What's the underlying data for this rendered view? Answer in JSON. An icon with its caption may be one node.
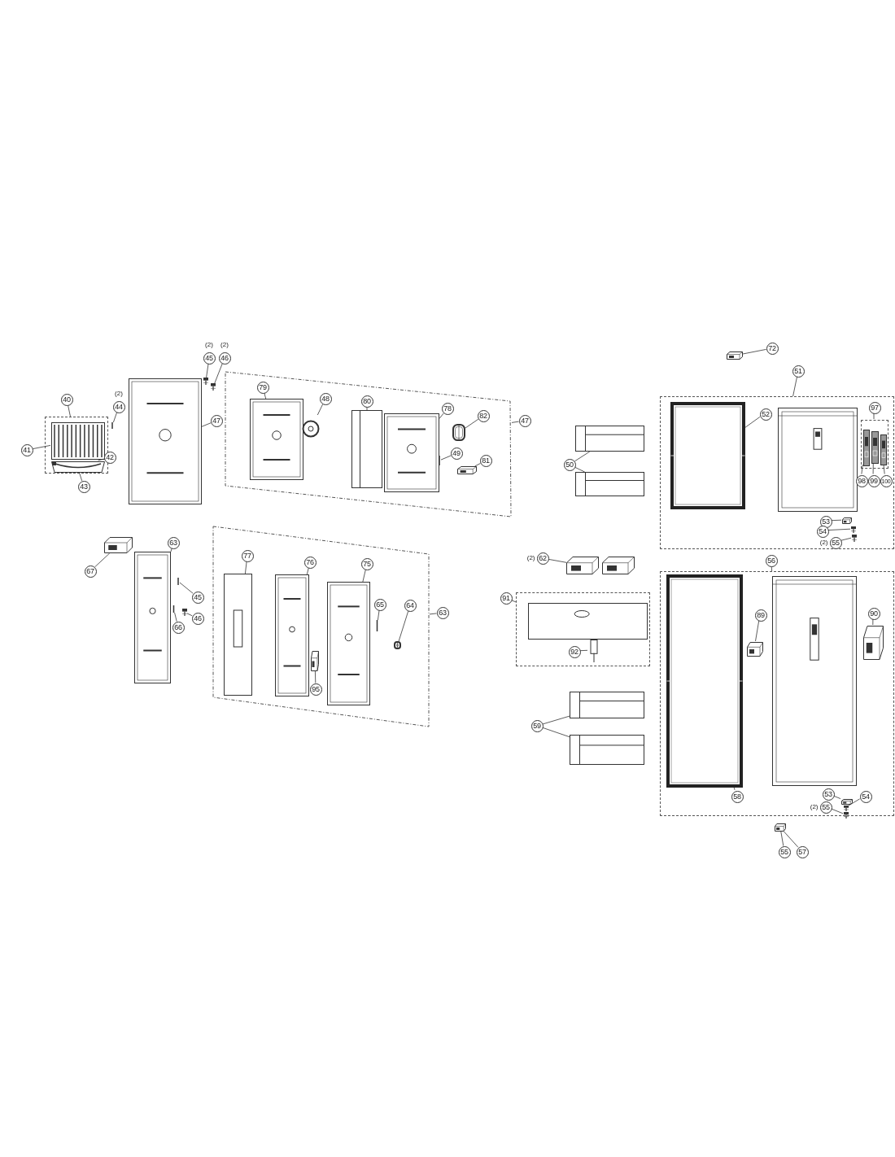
{
  "diagram": {
    "nodes": [
      {
        "text": [],
        "shape": "box"
      },
      {
        "text": [
          "40"
        ]
      },
      {
        "text": [],
        "shape": "picture",
        "in": 0
      },
      {
        "text": [],
        "shape": "picture",
        "in": 0
      },
      {
        "text": [
          "41"
        ]
      },
      {
        "text": [
          "42"
        ]
      },
      {
        "text": [
          "43"
        ]
      },
      {
        "text": [
          "44"
        ],
        "beside": [
          "(2)"
        ]
      },
      {
        "text": [],
        "shape": "picture"
      },
      {
        "text": [],
        "shape": "picture"
      },
      {
        "text": [
          "45"
        ],
        "beside": [
          "(2)"
        ]
      },
      {
        "text": [
          "46"
        ],
        "beside": [
          "(2)"
        ]
      },
      {
        "text": [],
        "shape": "picture"
      },
      {
        "text": [],
        "shape": "picture"
      },
      {
        "text": [
          "47"
        ]
      },
      {
        "text": [],
        "shape": "box"
      },
      {
        "text": [
          "47"
        ]
      },
      {
        "text": [
          "79"
        ],
        "in": 15
      },
      {
        "text": [],
        "shape": "picture",
        "in": 15
      },
      {
        "text": [
          "48"
        ],
        "in": 15
      },
      {
        "text": [],
        "shape": "picture",
        "in": 15
      },
      {
        "text": [
          "80"
        ],
        "in": 15
      },
      {
        "text": [],
        "shape": "picture",
        "in": 15
      },
      {
        "text": [
          "78"
        ],
        "in": 15
      },
      {
        "text": [],
        "shape": "picture",
        "in": 15
      },
      {
        "text": [
          "82"
        ],
        "in": 15
      },
      {
        "text": [],
        "shape": "picture",
        "in": 15
      },
      {
        "text": [
          "49"
        ],
        "in": 15
      },
      {
        "text": [],
        "shape": "picture",
        "in": 15
      },
      {
        "text": [
          "81"
        ],
        "in": 15
      },
      {
        "text": [],
        "shape": "picture",
        "in": 15
      },
      {
        "text": [
          "67"
        ]
      },
      {
        "text": [],
        "shape": "picture"
      },
      {
        "text": [
          "63"
        ]
      },
      {
        "text": [],
        "shape": "picture"
      },
      {
        "text": [
          "45"
        ]
      },
      {
        "text": [],
        "shape": "picture"
      },
      {
        "text": [
          "46"
        ]
      },
      {
        "text": [],
        "shape": "picture"
      },
      {
        "text": [
          "66"
        ]
      },
      {
        "text": [],
        "shape": "picture"
      },
      {
        "text": [],
        "shape": "box"
      },
      {
        "text": [
          "63"
        ]
      },
      {
        "text": [
          "77"
        ],
        "in": 41
      },
      {
        "text": [],
        "shape": "picture",
        "in": 41
      },
      {
        "text": [
          "76"
        ],
        "in": 41
      },
      {
        "text": [],
        "shape": "picture",
        "in": 41
      },
      {
        "text": [
          "75"
        ],
        "in": 41
      },
      {
        "text": [],
        "shape": "picture",
        "in": 41
      },
      {
        "text": [
          "65"
        ],
        "in": 41
      },
      {
        "text": [],
        "shape": "picture",
        "in": 41
      },
      {
        "text": [
          "64"
        ],
        "in": 41
      },
      {
        "text": [],
        "shape": "picture",
        "in": 41
      },
      {
        "text": [
          "95"
        ],
        "in": 41
      },
      {
        "text": [],
        "shape": "picture",
        "in": 41
      },
      {
        "text": [
          "50"
        ]
      },
      {
        "text": [],
        "shape": "picture"
      },
      {
        "text": [],
        "shape": "picture"
      },
      {
        "text": [
          "62"
        ],
        "beside": [
          "(2)"
        ]
      },
      {
        "text": [],
        "shape": "picture"
      },
      {
        "text": [],
        "shape": "picture"
      },
      {
        "text": [],
        "shape": "box"
      },
      {
        "text": [
          "91"
        ]
      },
      {
        "text": [],
        "shape": "picture",
        "in": 61
      },
      {
        "text": [
          "92"
        ],
        "in": 61
      },
      {
        "text": [],
        "shape": "picture",
        "in": 61
      },
      {
        "text": [
          "59"
        ]
      },
      {
        "text": [],
        "shape": "picture"
      },
      {
        "text": [],
        "shape": "picture"
      },
      {
        "text": [
          "72"
        ]
      },
      {
        "text": [],
        "shape": "picture"
      },
      {
        "text": [
          "51"
        ]
      },
      {
        "text": [],
        "shape": "box"
      },
      {
        "text": [
          "52"
        ],
        "in": 72
      },
      {
        "text": [],
        "shape": "picture",
        "in": 72
      },
      {
        "text": [],
        "shape": "picture",
        "in": 72
      },
      {
        "text": [],
        "shape": "box",
        "in": 72
      },
      {
        "text": [
          "97"
        ],
        "in": 72
      },
      {
        "text": [],
        "shape": "picture",
        "in": 76
      },
      {
        "text": [],
        "shape": "picture",
        "in": 76
      },
      {
        "text": [],
        "shape": "picture",
        "in": 76
      },
      {
        "text": [
          "98"
        ],
        "in": 72
      },
      {
        "text": [
          "99"
        ],
        "in": 72
      },
      {
        "text": [
          "100"
        ],
        "in": 72
      },
      {
        "text": [
          "53"
        ],
        "in": 72
      },
      {
        "text": [],
        "shape": "picture",
        "in": 72
      },
      {
        "text": [
          "54"
        ],
        "in": 72
      },
      {
        "text": [],
        "shape": "picture",
        "in": 72
      },
      {
        "text": [
          "55"
        ],
        "in": 72,
        "beside": [
          "(2)"
        ]
      },
      {
        "text": [],
        "shape": "picture",
        "in": 72
      },
      {
        "text": [
          "56"
        ]
      },
      {
        "text": [],
        "shape": "box"
      },
      {
        "text": [],
        "shape": "picture",
        "in": 91
      },
      {
        "text": [
          "58"
        ],
        "in": 91
      },
      {
        "text": [],
        "shape": "picture",
        "in": 91
      },
      {
        "text": [
          "89"
        ],
        "in": 91
      },
      {
        "text": [],
        "shape": "picture",
        "in": 91
      },
      {
        "text": [
          "90"
        ],
        "in": 91
      },
      {
        "text": [],
        "shape": "picture",
        "in": 91
      },
      {
        "text": [
          "53"
        ],
        "in": 91
      },
      {
        "text": [],
        "shape": "picture",
        "in": 91
      },
      {
        "text": [
          "54"
        ],
        "in": 91
      },
      {
        "text": [],
        "shape": "picture",
        "in": 91
      },
      {
        "text": [
          "55"
        ],
        "in": 91,
        "beside": [
          "(2)"
        ]
      },
      {
        "text": [],
        "shape": "picture",
        "in": 91
      },
      {
        "text": [],
        "shape": "picture"
      },
      {
        "text": [
          "55"
        ]
      },
      {
        "text": [
          "57"
        ]
      }
    ],
    "edges": [
      {
        "from": 1,
        "to": 0,
        "arrow": "none"
      },
      {
        "from": 4,
        "to": 2,
        "arrow": "none"
      },
      {
        "from": 5,
        "to": 3,
        "arrow": "none"
      },
      {
        "from": 6,
        "to": 3,
        "arrow": "none"
      },
      {
        "from": 7,
        "to": 8,
        "arrow": "none"
      },
      {
        "from": 10,
        "to": 12,
        "arrow": "none"
      },
      {
        "from": 11,
        "to": 13,
        "arrow": "none"
      },
      {
        "from": 14,
        "to": 9,
        "arrow": "none"
      },
      {
        "from": 16,
        "to": 15,
        "arrow": "none"
      },
      {
        "from": 17,
        "to": 18,
        "arrow": "none"
      },
      {
        "from": 19,
        "to": 20,
        "arrow": "none"
      },
      {
        "from": 21,
        "to": 22,
        "arrow": "none"
      },
      {
        "from": 23,
        "to": 24,
        "arrow": "none"
      },
      {
        "from": 25,
        "to": 26,
        "arrow": "none"
      },
      {
        "from": 27,
        "to": 28,
        "arrow": "none"
      },
      {
        "from": 29,
        "to": 30,
        "arrow": "none"
      },
      {
        "from": 31,
        "to": 32,
        "arrow": "none"
      },
      {
        "from": 33,
        "to": 34,
        "arrow": "none"
      },
      {
        "from": 35,
        "to": 36,
        "arrow": "none"
      },
      {
        "from": 37,
        "to": 38,
        "arrow": "none"
      },
      {
        "from": 39,
        "to": 40,
        "arrow": "none"
      },
      {
        "from": 42,
        "to": 41,
        "arrow": "none"
      },
      {
        "from": 43,
        "to": 44,
        "arrow": "none"
      },
      {
        "from": 45,
        "to": 46,
        "arrow": "none"
      },
      {
        "from": 47,
        "to": 48,
        "arrow": "none"
      },
      {
        "from": 49,
        "to": 50,
        "arrow": "none"
      },
      {
        "from": 51,
        "to": 52,
        "arrow": "none"
      },
      {
        "from": 53,
        "to": 54,
        "arrow": "none"
      },
      {
        "from": 55,
        "to": 56,
        "arrow": "none"
      },
      {
        "from": 55,
        "to": 57,
        "arrow": "none"
      },
      {
        "from": 58,
        "to": 59,
        "arrow": "none"
      },
      {
        "from": 62,
        "to": 61,
        "arrow": "none"
      },
      {
        "from": 64,
        "to": 65,
        "arrow": "none"
      },
      {
        "from": 66,
        "to": 67,
        "arrow": "none"
      },
      {
        "from": 66,
        "to": 68,
        "arrow": "none"
      },
      {
        "from": 69,
        "to": 70,
        "arrow": "none"
      },
      {
        "from": 71,
        "to": 72,
        "arrow": "none"
      },
      {
        "from": 73,
        "to": 74,
        "arrow": "none"
      },
      {
        "from": 77,
        "to": 76,
        "arrow": "none"
      },
      {
        "from": 81,
        "to": 78,
        "arrow": "none"
      },
      {
        "from": 82,
        "to": 79,
        "arrow": "none"
      },
      {
        "from": 83,
        "to": 80,
        "arrow": "none"
      },
      {
        "from": 84,
        "to": 85,
        "arrow": "none"
      },
      {
        "from": 86,
        "to": 87,
        "arrow": "none"
      },
      {
        "from": 88,
        "to": 89,
        "arrow": "none"
      },
      {
        "from": 90,
        "to": 91,
        "arrow": "none"
      },
      {
        "from": 93,
        "to": 92,
        "arrow": "none"
      },
      {
        "from": 95,
        "to": 96,
        "arrow": "none"
      },
      {
        "from": 97,
        "to": 98,
        "arrow": "none"
      },
      {
        "from": 99,
        "to": 100,
        "arrow": "none"
      },
      {
        "from": 101,
        "to": 102,
        "arrow": "none"
      },
      {
        "from": 103,
        "to": 104,
        "arrow": "none"
      },
      {
        "from": 106,
        "to": 105,
        "arrow": "none"
      },
      {
        "from": 107,
        "to": 105,
        "arrow": "none"
      }
    ]
  }
}
